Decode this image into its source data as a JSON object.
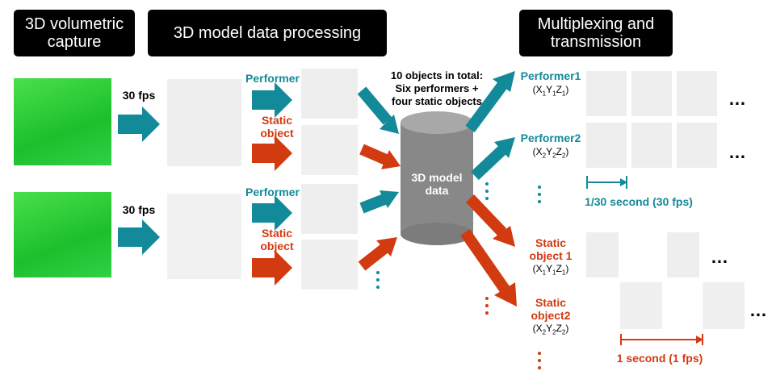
{
  "headers": {
    "capture": "3D volumetric capture",
    "processing": "3D model data processing",
    "multiplex": "Multiplexing and transmission"
  },
  "rates": {
    "top": "30 fps",
    "bottom": "30 fps"
  },
  "labels": {
    "performer_top": "Performer",
    "static_top": "Static object",
    "performer_bottom": "Performer",
    "static_bottom": "Static object"
  },
  "total_note": "10 objects in total: Six performers + four static objects",
  "cylinder_label": "3D model data",
  "streams": {
    "performer1": "Performer1",
    "performer2": "Performer2",
    "static1": "Static object 1",
    "static2": "Static object2"
  },
  "timing": {
    "performer": "1/30 second (30 fps)",
    "static": "1 second (1 fps)"
  },
  "ellipsis": "…",
  "colors": {
    "teal": "#138a99",
    "red": "#d23a10",
    "green": "#2bd12b"
  }
}
